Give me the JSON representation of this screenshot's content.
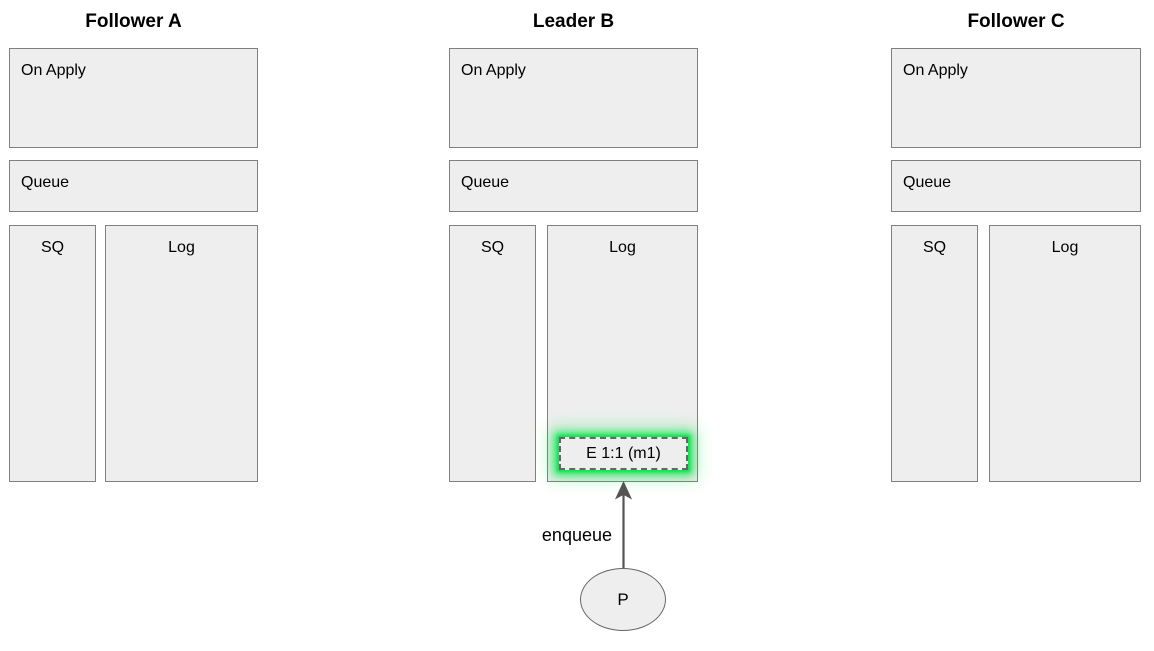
{
  "diagram": {
    "title_a": "Follower A",
    "title_b": "Leader B",
    "title_c": "Follower C",
    "colors": {
      "box_fill": "#eeeeee",
      "box_stroke": "#808080",
      "entry_stroke": "#666666",
      "highlight_glow": "#00e646",
      "edge_stroke": "#545454",
      "text": "#000000",
      "background": "#ffffff"
    }
  },
  "columns": [
    {
      "id": "follower-a",
      "title": "Follower A",
      "on_apply": "On Apply",
      "queue": "Queue",
      "sq": "SQ",
      "log": "Log",
      "log_entries": []
    },
    {
      "id": "leader-b",
      "title": "Leader B",
      "on_apply": "On Apply",
      "queue": "Queue",
      "sq": "SQ",
      "log": "Log",
      "log_entries": [
        {
          "label": "E 1:1 (m1)",
          "highlighted": true
        }
      ]
    },
    {
      "id": "follower-c",
      "title": "Follower C",
      "on_apply": "On Apply",
      "queue": "Queue",
      "sq": "SQ",
      "log": "Log",
      "log_entries": []
    }
  ],
  "producer": {
    "label": "P"
  },
  "edges": [
    {
      "id": "enqueue-edge",
      "label": "enqueue",
      "from": "producer",
      "to": "leader-b-log-entry"
    }
  ]
}
